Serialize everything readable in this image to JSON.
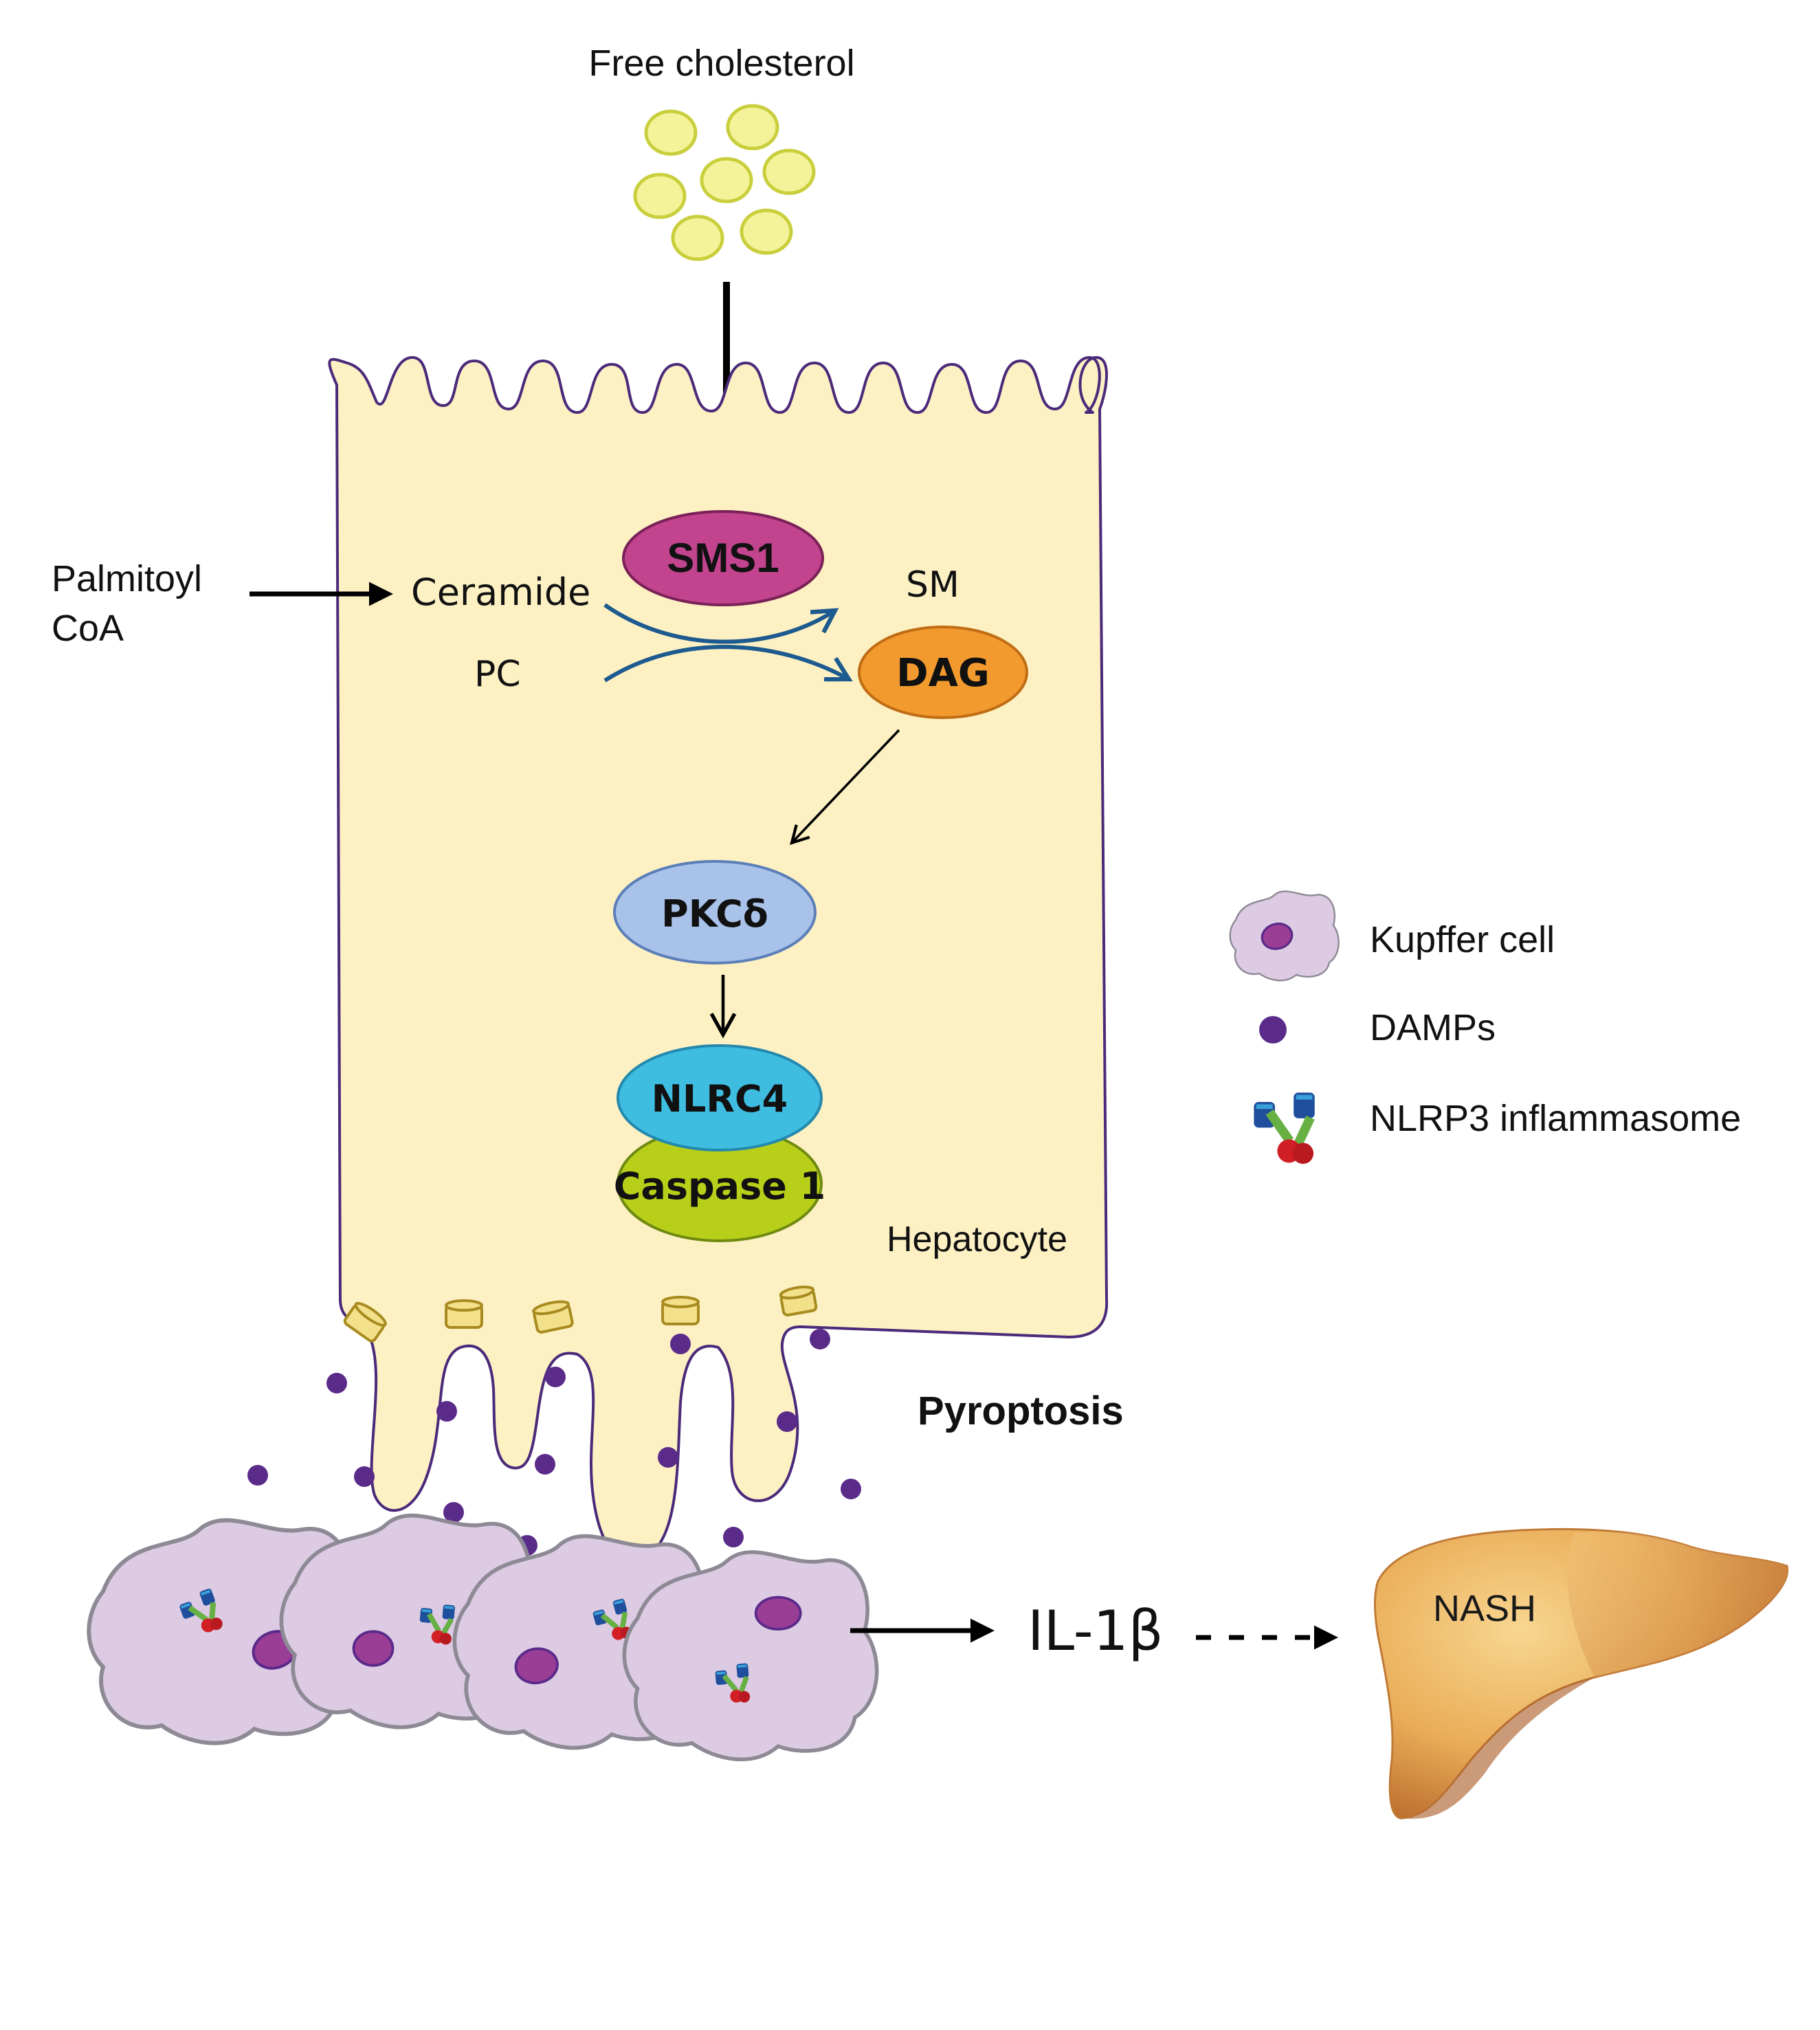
{
  "labels": {
    "free_cholesterol": "Free cholesterol",
    "palmitoyl_line1": "Palmitoyl",
    "palmitoyl_line2": "CoA",
    "ceramide": "Ceramide",
    "pc": "PC",
    "sm": "SM",
    "sms1": "SMS1",
    "dag": "DAG",
    "pkc": "PKCδ",
    "nlrc4": "NLRC4",
    "caspase1": "Caspase 1",
    "hepatocyte": "Hepatocyte",
    "pyroptosis": "Pyroptosis",
    "il1b": "IL-1β",
    "nash": "NASH"
  },
  "legend": {
    "items": [
      {
        "label": "Kupffer cell",
        "icon": "kupffer-cell-icon"
      },
      {
        "label": "DAMPs",
        "icon": "damp-dot-icon"
      },
      {
        "label": "NLRP3 inflammasome",
        "icon": "nlrp3-inflammasome-icon"
      }
    ]
  },
  "colors": {
    "cholesterol": "#f4f39a",
    "cholesterol_stroke": "#c9cf3c",
    "hepatocyte_fill": "#fdf1c4",
    "hepatocyte_stroke": "#4b2a7a",
    "sms1": "#c2448e",
    "dag": "#f29a2e",
    "pkc": "#a9c2ea",
    "nlrc4": "#3fbde0",
    "caspase1": "#b8cf1a",
    "kupffer_fill": "#dccbe3",
    "kupffer_nucleus": "#9a3d95",
    "damp": "#5b2b8a",
    "blue_arrow": "#1d5a8f",
    "liver": "#e8ad57"
  }
}
